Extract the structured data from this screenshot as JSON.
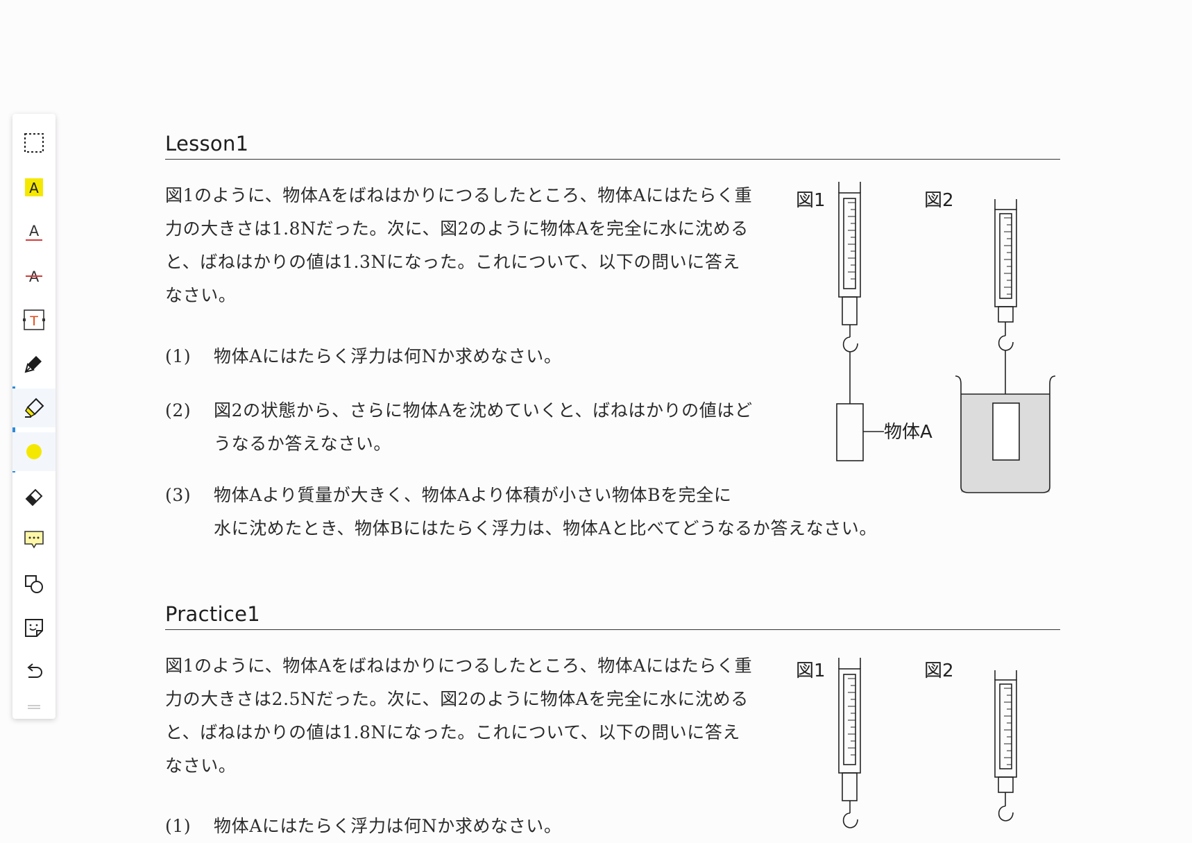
{
  "toolbar": {
    "tools": [
      {
        "name": "select",
        "icon": "selection-rectangle-icon"
      },
      {
        "name": "highlight-text",
        "icon": "text-highlight-icon"
      },
      {
        "name": "underline-text",
        "icon": "text-underline-icon"
      },
      {
        "name": "strikethrough-text",
        "icon": "text-strikethrough-icon"
      },
      {
        "name": "text-box",
        "icon": "text-box-icon"
      },
      {
        "name": "pen",
        "icon": "pen-icon"
      },
      {
        "name": "highlighter",
        "icon": "highlighter-icon"
      },
      {
        "name": "color",
        "icon": "color-circle-icon"
      },
      {
        "name": "eraser",
        "icon": "eraser-icon"
      },
      {
        "name": "comment",
        "icon": "comment-icon"
      },
      {
        "name": "shape",
        "icon": "shape-icon"
      },
      {
        "name": "sticker",
        "icon": "sticker-icon"
      },
      {
        "name": "undo",
        "icon": "undo-icon"
      }
    ],
    "active_tool": "highlighter",
    "highlight_color": "#f5e800",
    "accent_color": "#2e8bd8"
  },
  "lesson": {
    "heading": "Lesson1",
    "intro_lines": [
      "図1のように、物体Aをばねはかりにつるしたところ、物体Aにはたらく重",
      "力の大きさは1.8Nだった。次に、図2のように物体Aを完全に水に沈める",
      "と、ばねはかりの値は1.3Nになった。これについて、以下の問いに答え",
      "なさい。"
    ],
    "questions": [
      {
        "num": "(1)",
        "lines": [
          "物体Aにはたらく浮力は何Nか求めなさい。"
        ]
      },
      {
        "num": "(2)",
        "lines": [
          "図2の状態から、さらに物体Aを沈めていくと、ばねはかりの値はど",
          "うなるか答えなさい。"
        ]
      },
      {
        "num": "(3)",
        "lines": [
          "物体Aより質量が大きく、物体Aより体積が小さい物体Bを完全に",
          "水に沈めたとき、物体Bにはたらく浮力は、物体Aと比べてどうなるか答えなさい。"
        ]
      }
    ],
    "figure": {
      "fig1_label": "図1",
      "fig2_label": "図2",
      "object_label": "物体A"
    }
  },
  "practice": {
    "heading": "Practice1",
    "intro_lines": [
      "図1のように、物体Aをばねはかりにつるしたところ、物体Aにはたらく重",
      "力の大きさは2.5Nだった。次に、図2のように物体Aを完全に水に沈める",
      "と、ばねはかりの値は1.8Nになった。これについて、以下の問いに答え",
      "なさい。"
    ],
    "questions": [
      {
        "num": "(1)",
        "lines": [
          "物体Aにはたらく浮力は何Nか求めなさい。"
        ]
      }
    ],
    "figure": {
      "fig1_label": "図1",
      "fig2_label": "図2"
    }
  }
}
